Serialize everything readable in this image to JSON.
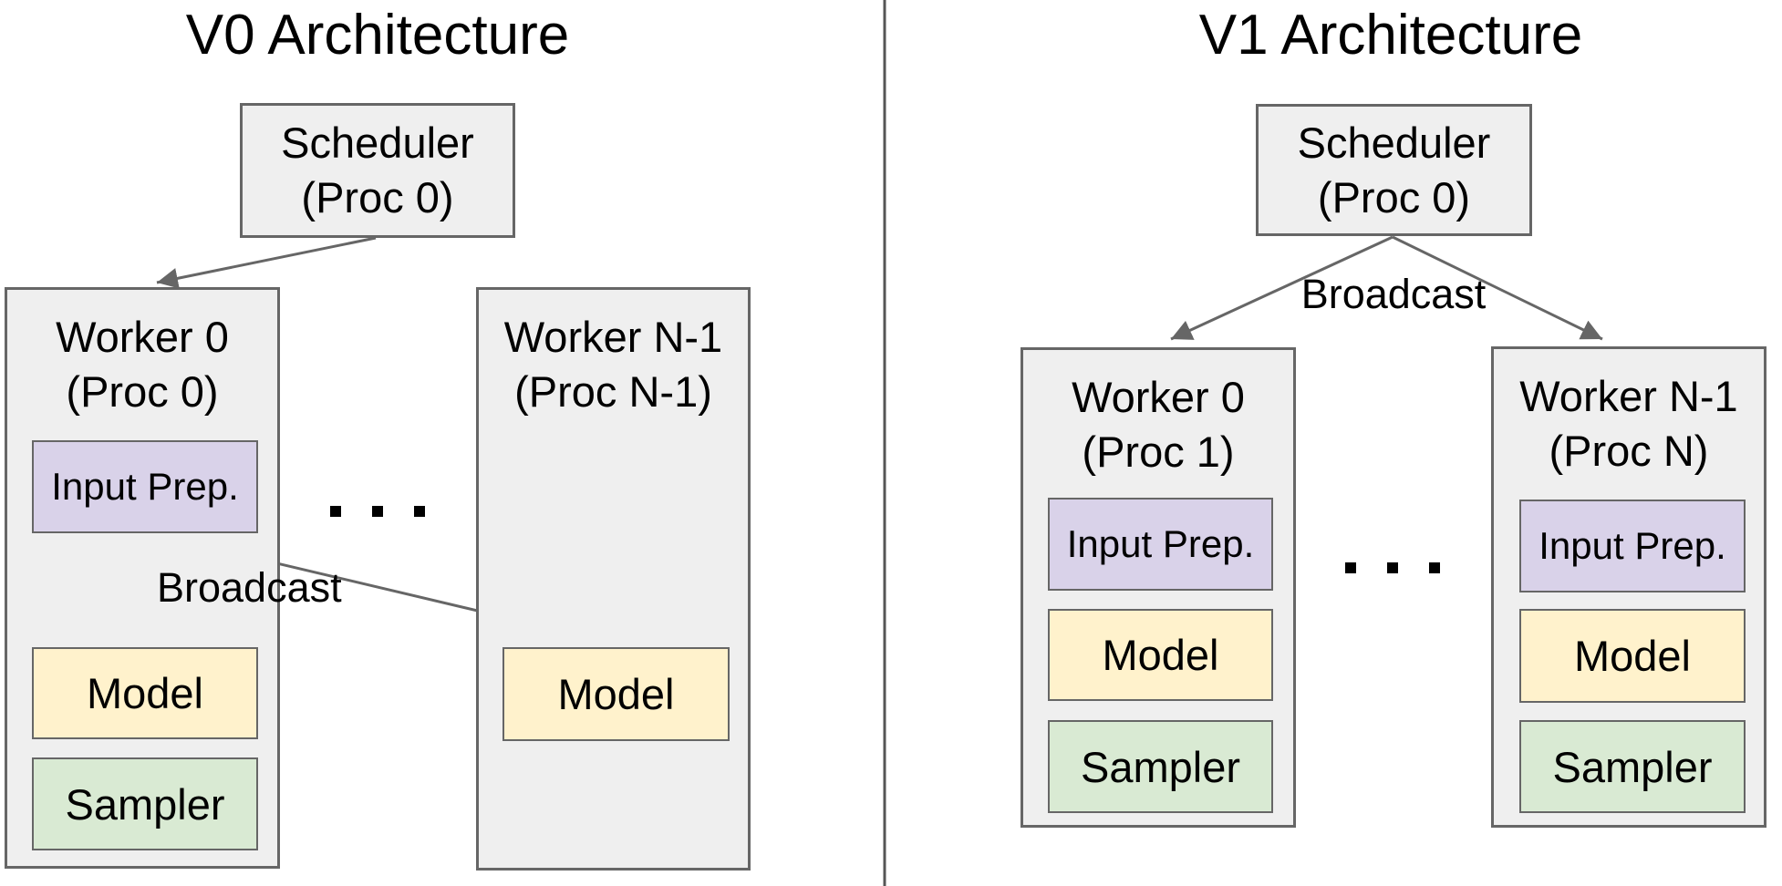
{
  "diagram": {
    "left": {
      "title": "V0 Architecture",
      "scheduler": {
        "name": "Scheduler",
        "proc": "(Proc 0)"
      },
      "worker0": {
        "name": "Worker 0",
        "proc": "(Proc 0)",
        "blocks": {
          "input_prep": "Input Prep.",
          "model": "Model",
          "sampler": "Sampler"
        }
      },
      "worker_n": {
        "name": "Worker N-1",
        "proc": "(Proc N-1)",
        "blocks": {
          "model": "Model"
        }
      },
      "broadcast_label": "Broadcast",
      "ellipsis": "..."
    },
    "right": {
      "title": "V1 Architecture",
      "scheduler": {
        "name": "Scheduler",
        "proc": "(Proc 0)"
      },
      "worker0": {
        "name": "Worker 0",
        "proc": "(Proc 1)",
        "blocks": {
          "input_prep": "Input Prep.",
          "model": "Model",
          "sampler": "Sampler"
        }
      },
      "worker_n": {
        "name": "Worker N-1",
        "proc": "(Proc N)",
        "blocks": {
          "input_prep": "Input Prep.",
          "model": "Model",
          "sampler": "Sampler"
        }
      },
      "broadcast_label": "Broadcast",
      "ellipsis": "..."
    },
    "colors": {
      "container_fill": "#efefef",
      "input_prep_fill": "#d9d2e9",
      "model_fill": "#fff2cc",
      "sampler_fill": "#d9ead3",
      "border": "#666666",
      "arrow": "#666666",
      "text": "#000000"
    }
  }
}
